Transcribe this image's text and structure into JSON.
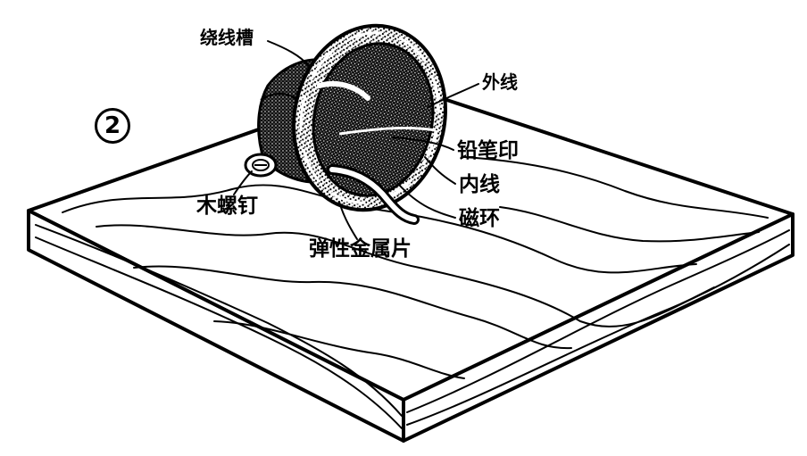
{
  "figure_number": "2",
  "labels": {
    "coil_groove": "绕线槽",
    "outer_wire": "外线",
    "pencil_mark": "铅笔印",
    "inner_wire": "内线",
    "magnetic_ring": "磁环",
    "wood_screw": "木螺钉",
    "spring_metal_strip": "弹性金属片"
  },
  "colors": {
    "ink": "#000000",
    "paper": "#ffffff"
  }
}
